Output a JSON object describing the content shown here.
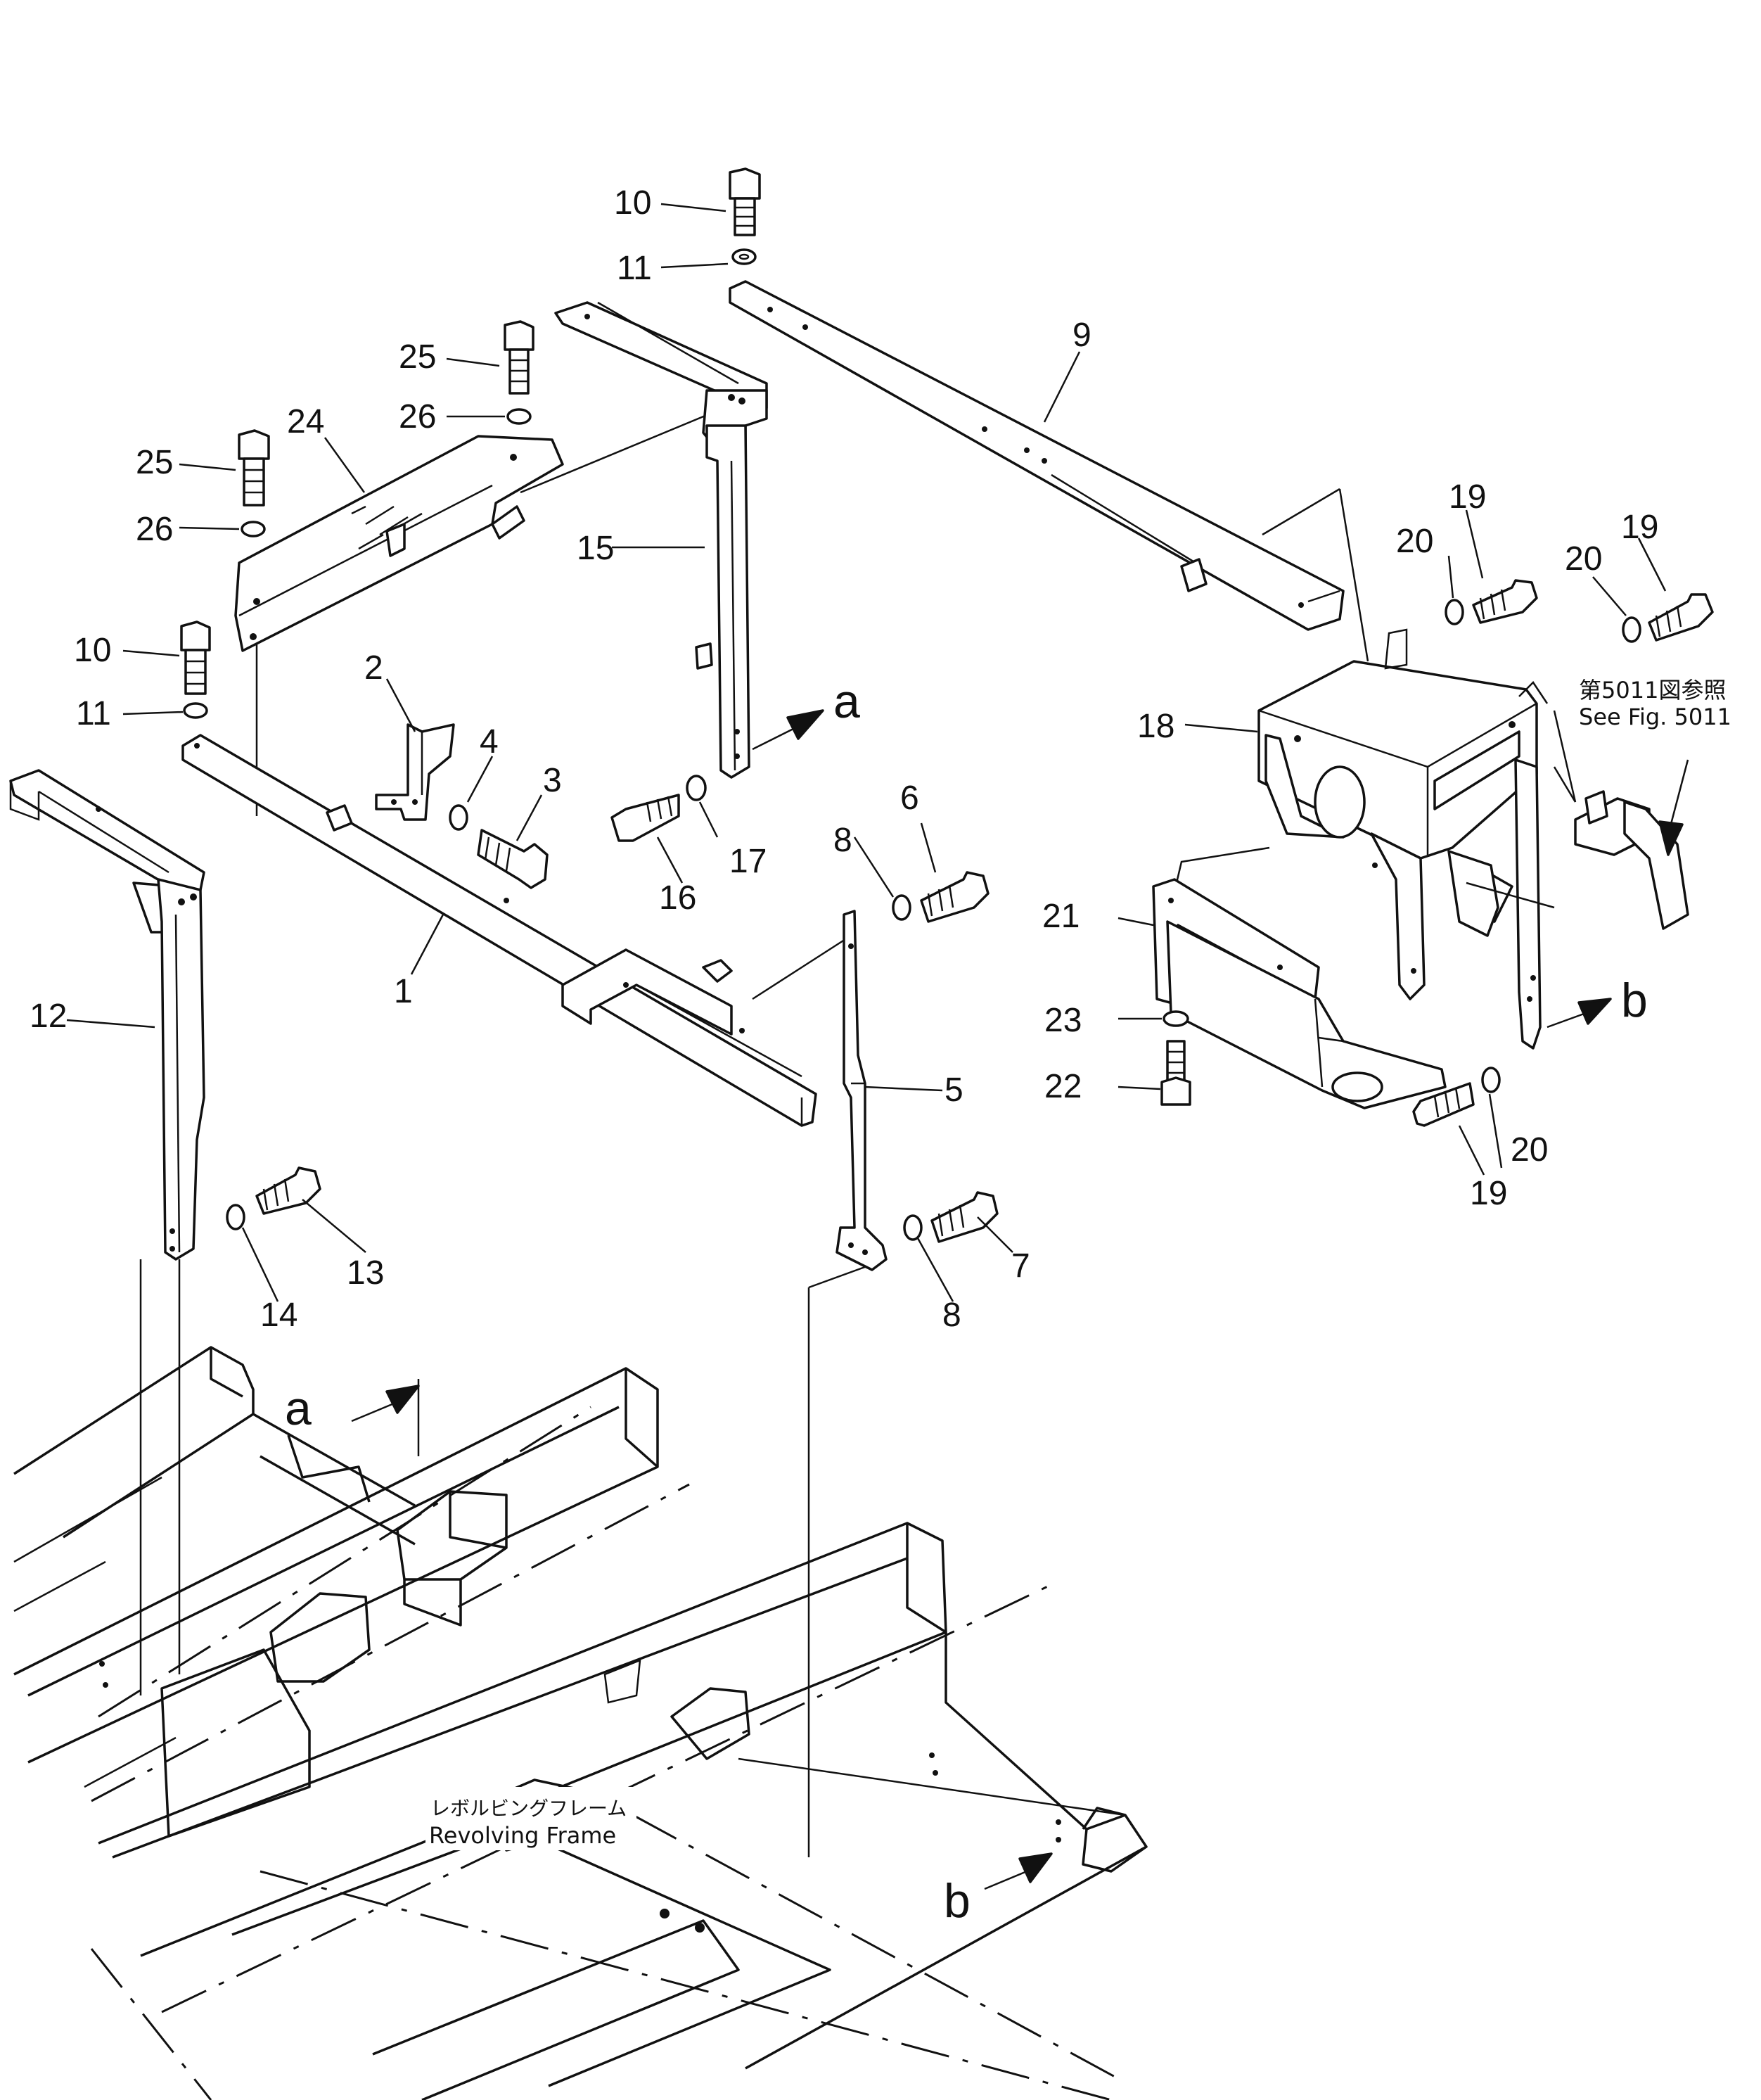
{
  "callouts": {
    "p1": "1",
    "p2": "2",
    "p3": "3",
    "p4": "4",
    "p5": "5",
    "p6": "6",
    "p7": "7",
    "p8a": "8",
    "p8b": "8",
    "p9": "9",
    "p10a": "10",
    "p10b": "10",
    "p11a": "11",
    "p11b": "11",
    "p12": "12",
    "p13": "13",
    "p14": "14",
    "p15": "15",
    "p16": "16",
    "p17": "17",
    "p18": "18",
    "p19a": "19",
    "p19b": "19",
    "p19c": "19",
    "p20a": "20",
    "p20b": "20",
    "p20c": "20",
    "p21": "21",
    "p22": "22",
    "p23": "23",
    "p24": "24",
    "p25a": "25",
    "p25b": "25",
    "p26a": "26",
    "p26b": "26"
  },
  "refs": {
    "a_top": "a",
    "a_frame": "a",
    "b_right": "b",
    "b_frame": "b"
  },
  "notes": {
    "see_fig_jp": "第5011図参照",
    "see_fig_en": "See Fig. 5011",
    "frame_jp": "レボルビングフレーム",
    "frame_en": "Revolving Frame"
  }
}
